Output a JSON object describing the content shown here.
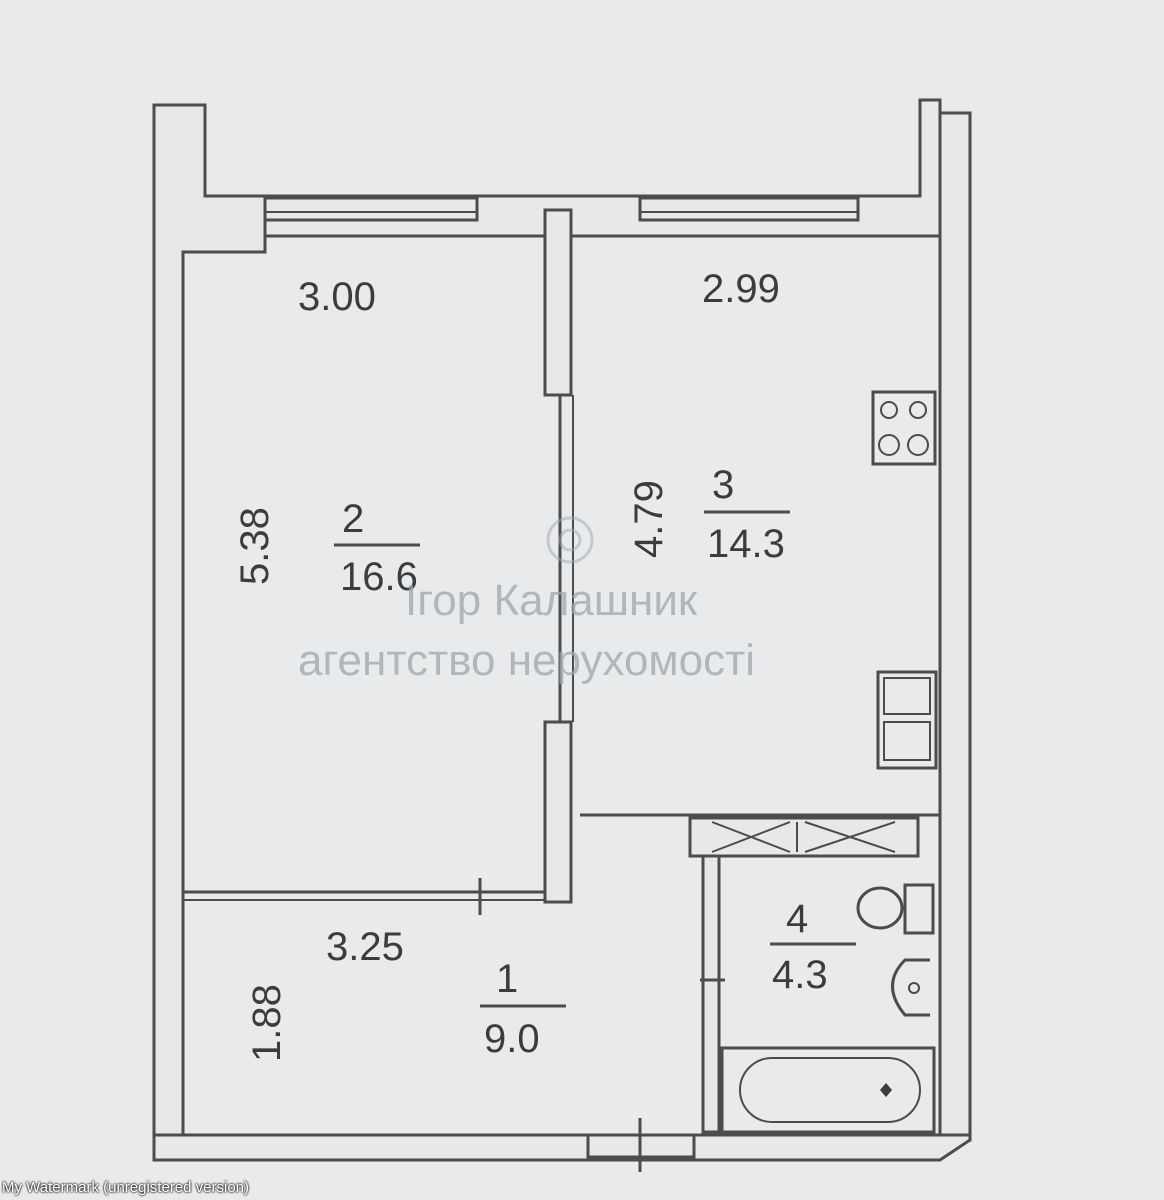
{
  "rooms": [
    {
      "id": "1",
      "number": "1",
      "area": "9.0"
    },
    {
      "id": "2",
      "number": "2",
      "area": "16.6"
    },
    {
      "id": "3",
      "number": "3",
      "area": "14.3"
    },
    {
      "id": "4",
      "number": "4",
      "area": "4.3"
    }
  ],
  "dimensions": {
    "room2_width": "3.00",
    "room2_length": "5.38",
    "room3_width": "2.99",
    "room3_length": "4.79",
    "room1_width": "3.25",
    "room1_length": "1.88"
  },
  "watermark": {
    "line1": "Ігор Калашник",
    "line2": "агентство нерухомості"
  },
  "footer_watermark": "My Watermark (unregistered version)"
}
